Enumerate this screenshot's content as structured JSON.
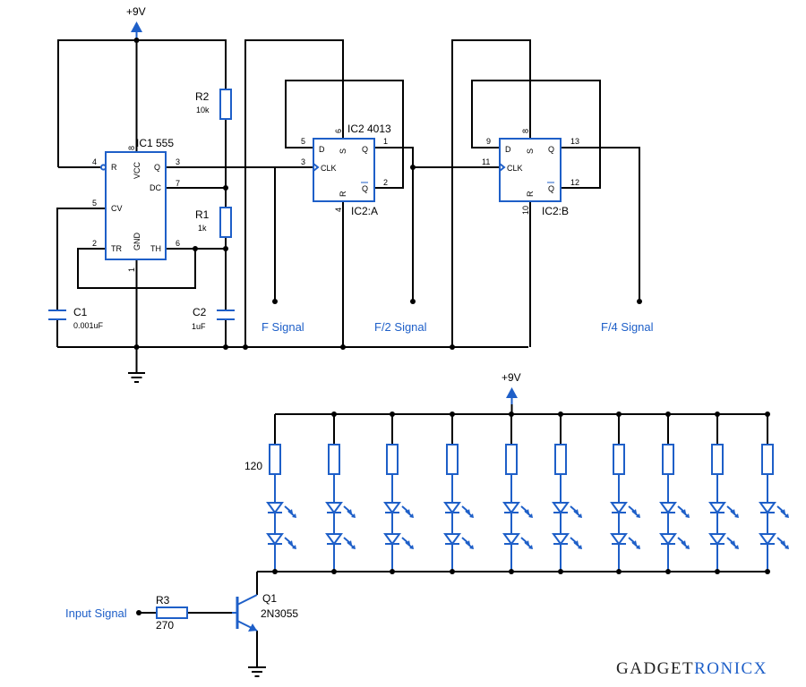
{
  "top": {
    "supply": "+9V",
    "ic1": {
      "ref": "IC1 555",
      "pins": {
        "R": "R",
        "VCC": "VCC",
        "Q": "Q",
        "DC": "DC",
        "CV": "CV",
        "TR": "TR",
        "GND": "GND",
        "TH": "TH"
      },
      "pin_numbers": {
        "p4": "4",
        "p8": "8",
        "p3": "3",
        "p7": "7",
        "p5": "5",
        "p2": "2",
        "p6": "6",
        "p1": "1"
      }
    },
    "r2": {
      "ref": "R2",
      "value": "10k"
    },
    "r1": {
      "ref": "R1",
      "value": "1k"
    },
    "c1": {
      "ref": "C1",
      "value": "0.001uF"
    },
    "c2": {
      "ref": "C2",
      "value": "1uF"
    },
    "ic2": {
      "ref": "IC2 4013",
      "unit_a": "IC2:A",
      "unit_b": "IC2:B",
      "pins": {
        "D": "D",
        "S": "S",
        "Q": "Q",
        "CLK": "CLK",
        "R": "R",
        "QB": "Q"
      },
      "a_numbers": {
        "d": "5",
        "s": "6",
        "q": "1",
        "clk": "3",
        "r": "4",
        "qb": "2"
      },
      "b_numbers": {
        "d": "9",
        "s": "8",
        "q": "13",
        "clk": "11",
        "r": "10",
        "qb": "12"
      }
    },
    "signals": {
      "f": "F Signal",
      "f2": "F/2 Signal",
      "f4": "F/4 Signal"
    }
  },
  "bottom": {
    "supply": "+9V",
    "resistor_value": "120",
    "r3": {
      "ref": "R3",
      "value": "270"
    },
    "q1": {
      "ref": "Q1",
      "part": "2N3055"
    },
    "input": "Input Signal"
  },
  "brand": {
    "part1": "GADGET",
    "part2": "RONICX",
    "color2": "#1e5fc8"
  },
  "colors": {
    "wire": "#000000",
    "component": "#1e5fc8"
  }
}
